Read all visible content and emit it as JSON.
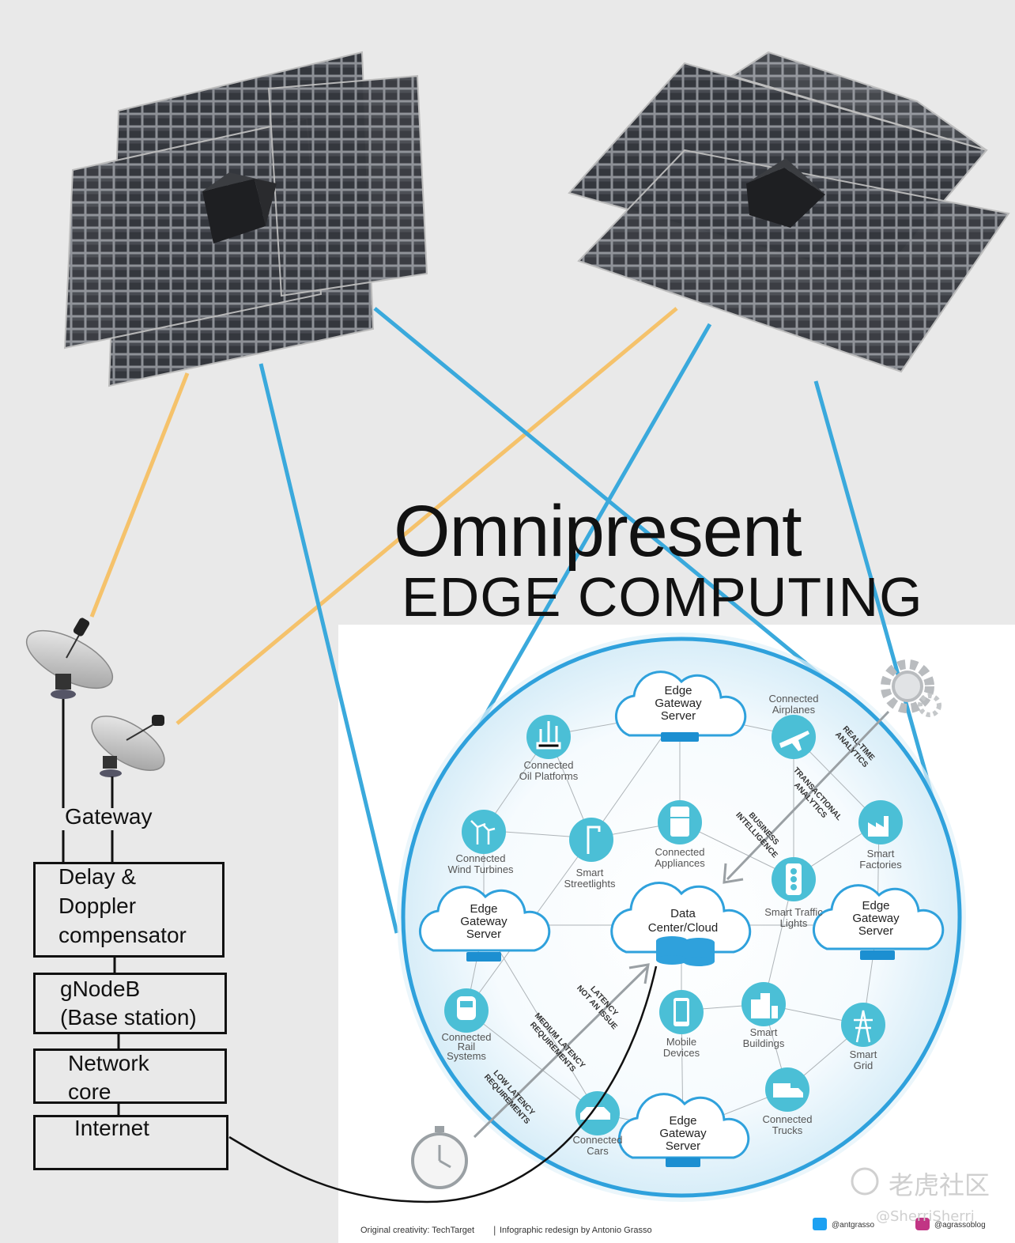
{
  "title": {
    "line1": "Omnipresent",
    "line2": "EDGE COMPUTING"
  },
  "ground": {
    "gateway": "Gateway",
    "delay_line1": "Delay &",
    "delay_line2": "Doppler",
    "delay_line3": "compensator",
    "gnodeb_line1": "gNodeB",
    "gnodeb_line2": "(Base station)",
    "network_line1": "Network",
    "network_line2": "core",
    "internet": "Internet"
  },
  "infographic": {
    "center": {
      "line1": "Data",
      "line2": "Center/Cloud"
    },
    "edge_gateways": [
      {
        "l1": "Edge",
        "l2": "Gateway",
        "l3": "Server"
      },
      {
        "l1": "Edge",
        "l2": "Gateway",
        "l3": "Server"
      },
      {
        "l1": "Edge",
        "l2": "Gateway",
        "l3": "Server"
      },
      {
        "l1": "Edge",
        "l2": "Gateway",
        "l3": "Server"
      }
    ],
    "nodes": [
      {
        "l1": "Connected",
        "l2": "Airplanes",
        "icon": "airplane-icon"
      },
      {
        "l1": "Connected",
        "l2": "Oil Platforms",
        "icon": "oil-platform-icon"
      },
      {
        "l1": "Connected",
        "l2": "Wind Turbines",
        "icon": "wind-turbine-icon"
      },
      {
        "l1": "Smart",
        "l2": "Streetlights",
        "icon": "streetlight-icon"
      },
      {
        "l1": "Connected",
        "l2": "Appliances",
        "icon": "appliance-icon"
      },
      {
        "l1": "Smart",
        "l2": "Factories",
        "icon": "factory-icon"
      },
      {
        "l1": "Smart Traffic",
        "l2": "Lights",
        "icon": "traffic-light-icon"
      },
      {
        "l1": "Connected",
        "l2": "Rail",
        "l3": "Systems",
        "icon": "train-icon"
      },
      {
        "l1": "Mobile",
        "l2": "Devices",
        "icon": "mobile-icon"
      },
      {
        "l1": "Smart",
        "l2": "Buildings",
        "icon": "building-icon"
      },
      {
        "l1": "Smart",
        "l2": "Grid",
        "icon": "grid-tower-icon"
      },
      {
        "l1": "Connected",
        "l2": "Trucks",
        "icon": "truck-icon"
      },
      {
        "l1": "Connected",
        "l2": "Cars",
        "icon": "car-icon"
      }
    ],
    "bands": {
      "realtime_l1": "REAL-TIME",
      "realtime_l2": "ANALYTICS",
      "transactional_l1": "TRANSACTIONAL",
      "transactional_l2": "ANALYTICS",
      "business_l1": "BUSINESS",
      "business_l2": "INTELLIGENCE",
      "latency_l1": "LATENCY",
      "latency_l2": "NOT AN ISSUE",
      "medium_l1": "MEDIUM LATENCY",
      "medium_l2": "REQUIREMENTS",
      "low_l1": "LOW LATENCY",
      "low_l2": "REQUIREMENTS"
    },
    "credit_left": "Original creativity: TechTarget",
    "credit_mid": "Infographic redesign by Antonio Grasso",
    "twitter": "@antgrasso",
    "instagram": "@agrassoblog"
  },
  "watermark": {
    "brand": "老虎社区",
    "user": "@SherriSherri"
  },
  "colors": {
    "blue_link": "#3aa9dc",
    "orange_link": "#f5c26b",
    "circle": "#2fa1dc",
    "accent_teal": "#4bbfd6"
  }
}
